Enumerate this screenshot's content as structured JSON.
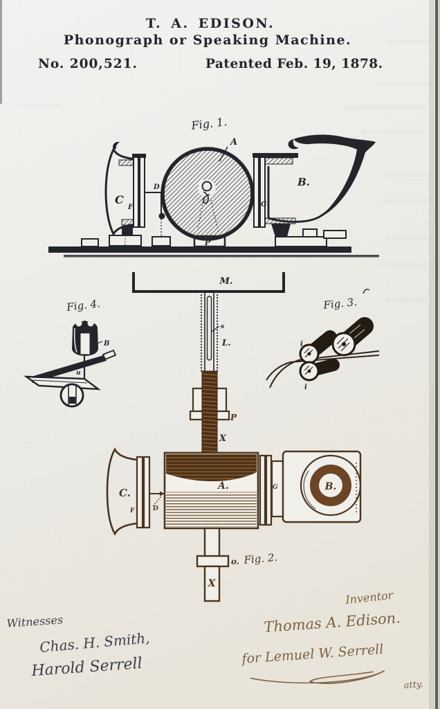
{
  "document": {
    "header": {
      "name_line": "T. A. EDISON.",
      "title_line": "Phonograph or Speaking Machine.",
      "patent_number": "No. 200,521.",
      "patent_date": "Patented Feb. 19, 1878."
    },
    "figures": {
      "fig1": {
        "caption": "Fig. 1.",
        "labels": {
          "A": "A",
          "B": "B.",
          "C": "C",
          "D": "D",
          "F": "F",
          "G": "G",
          "P": "P"
        }
      },
      "support": {
        "labels": {
          "M": "M.",
          "s": "s",
          "L": "L.",
          "P": "P",
          "X": "X"
        }
      },
      "fig2": {
        "caption": "Fig. 2.",
        "labels": {
          "A": "A.",
          "B": "B.",
          "C": "C.",
          "D": "D",
          "F": "F",
          "G": "G",
          "o": "o.",
          "X": "X"
        }
      },
      "fig3": {
        "caption": "Fig. 3.",
        "labels": {
          "i_upper": "i",
          "i_lower": "i"
        }
      },
      "fig4": {
        "caption": "Fig. 4.",
        "labels": {
          "B": "B",
          "u": "u"
        }
      }
    },
    "signatures": {
      "witnesses_heading": "Witnesses",
      "witness_1": "Chas. H. Smith,",
      "witness_2": "Harold Serrell",
      "inventor_heading": "Inventor",
      "inventor_name": "Thomas A. Edison.",
      "attorney_line": "for Lemuel W. Serrell",
      "attorney_title": "atty."
    },
    "colors": {
      "ink_dark": "#23252b",
      "ink_brown": "#4a3420",
      "screw_brown": "#4e2f15",
      "ring_brown": "#6b4526",
      "signature_brown": "#7d6144",
      "signature_dark": "#3a3f49",
      "paper": "#eeede8"
    }
  }
}
